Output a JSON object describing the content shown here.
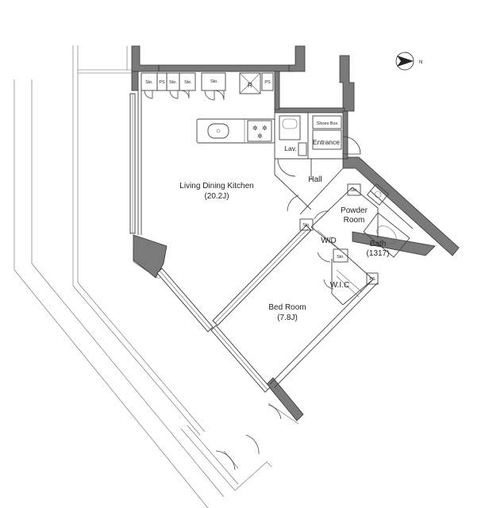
{
  "plan": {
    "rooms": {
      "ldk_name": "Living Dining Kitchen",
      "ldk_size": "(20.2J)",
      "bed_name": "Bed Room",
      "bed_size": "(7.8J)",
      "hall": "Hall",
      "powder_line1": "Powder",
      "powder_line2": "Room",
      "bath_name": "Bath",
      "bath_size": "(1317)",
      "wd": "W/D",
      "wic": "W.I.C",
      "lav": "Lav.",
      "entrance": "Entrance",
      "shoes_box": "Shoes Box"
    },
    "storage": {
      "sto": "Sto.",
      "ps": "PS",
      "fridge": "R"
    },
    "compass": {
      "letter": "N"
    }
  }
}
